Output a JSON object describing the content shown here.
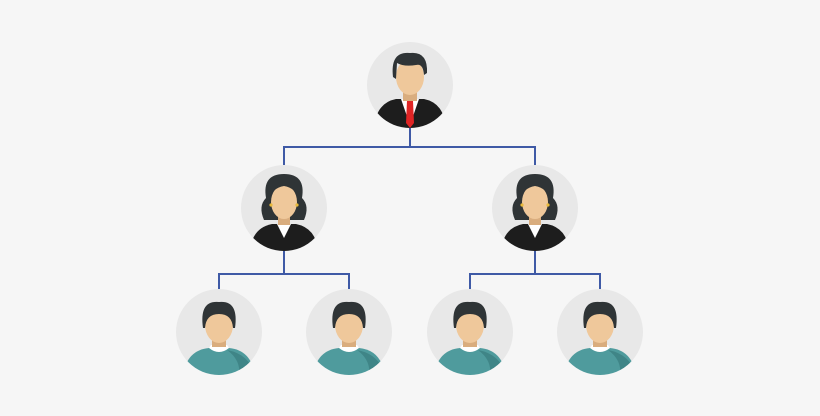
{
  "colors": {
    "background": "#f6f6f6",
    "connector": "#3f5aa6",
    "avatar_circle": "#e8e8e8",
    "skin": "#efc89b",
    "skin_shadow": "#d9ad7e",
    "hair": "#2f3436",
    "suit": "#1d1d1d",
    "shirt": "#ffffff",
    "tie": "#e02424",
    "staff_shirt": "#4f9b9d",
    "staff_shirt_dark": "#3f8587",
    "earring": "#e8b93a"
  },
  "org_chart": {
    "root": {
      "role": "manager",
      "children": [
        {
          "role": "supervisor",
          "children": [
            {
              "role": "staff"
            },
            {
              "role": "staff"
            }
          ]
        },
        {
          "role": "supervisor",
          "children": [
            {
              "role": "staff"
            },
            {
              "role": "staff"
            }
          ]
        }
      ]
    }
  }
}
